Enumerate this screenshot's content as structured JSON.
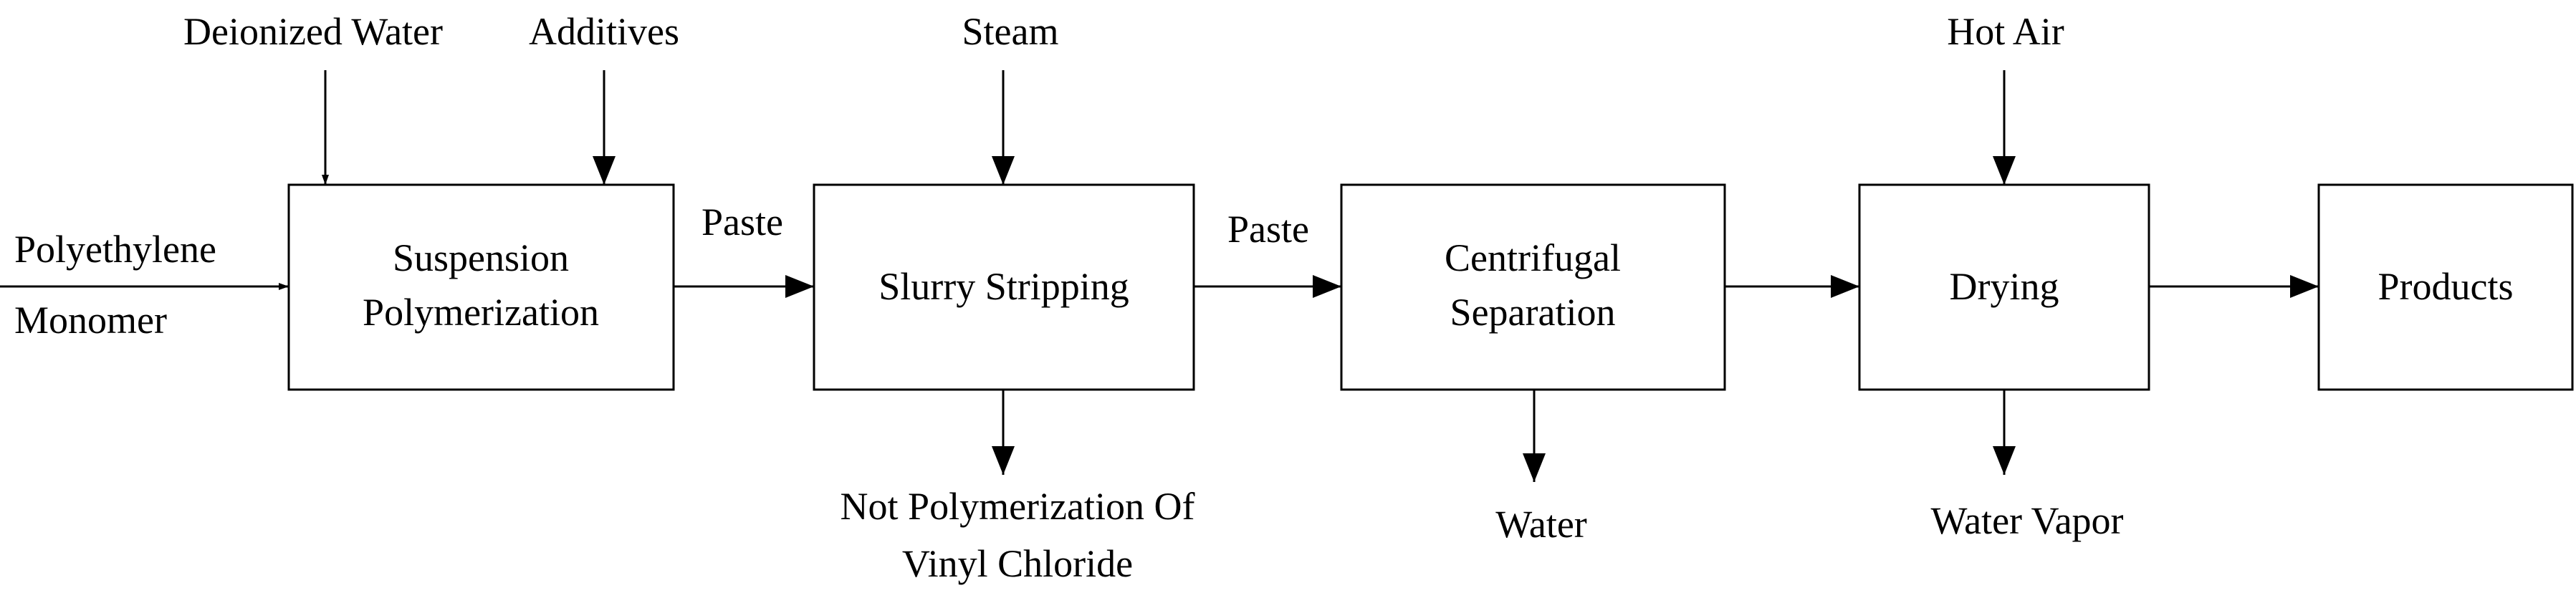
{
  "inputs": {
    "polyethylene_line1": "Polyethylene",
    "polyethylene_line2": "Monomer",
    "deionized_water": "Deionized Water",
    "additives": "Additives",
    "steam": "Steam",
    "hot_air": "Hot Air"
  },
  "process": {
    "suspension_line1": "Suspension",
    "suspension_line2": "Polymerization",
    "slurry_stripping": "Slurry Stripping",
    "centrifugal_line1": "Centrifugal",
    "centrifugal_line2": "Separation",
    "drying": "Drying",
    "products": "Products"
  },
  "flows": {
    "paste_1": "Paste",
    "paste_2": "Paste"
  },
  "outputs": {
    "unpolymerized_line1": "Not Polymerization Of",
    "unpolymerized_line2": "Vinyl Chloride",
    "water": "Water",
    "water_vapor": "Water Vapor"
  },
  "colors": {
    "stroke": "#000000",
    "background": "#ffffff"
  }
}
